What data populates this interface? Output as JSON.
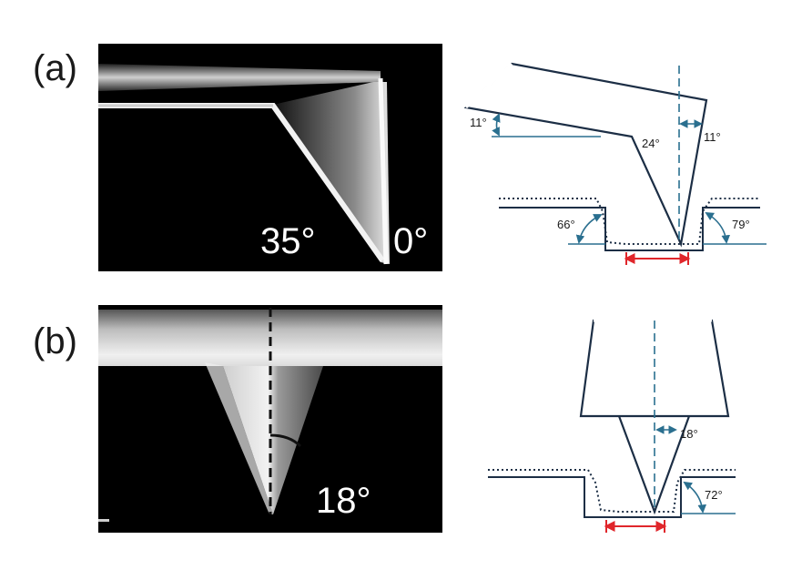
{
  "panel_a": {
    "label": "(a)",
    "image_angles": [
      "35°",
      "0°"
    ],
    "diagram_angles": {
      "left_tilt": "11°",
      "tip_half": "24°",
      "right_tilt": "11°",
      "left_wall": "66°",
      "right_wall": "79°"
    }
  },
  "panel_b": {
    "label": "(b)",
    "image_angle": "18°",
    "diagram_angles": {
      "tip_half": "18°",
      "wall": "72°"
    }
  },
  "colors": {
    "outline": "#1c2e45",
    "annotation": "#2a6f8f",
    "trench": "#1c2e45",
    "width_marker": "#e0262b"
  }
}
